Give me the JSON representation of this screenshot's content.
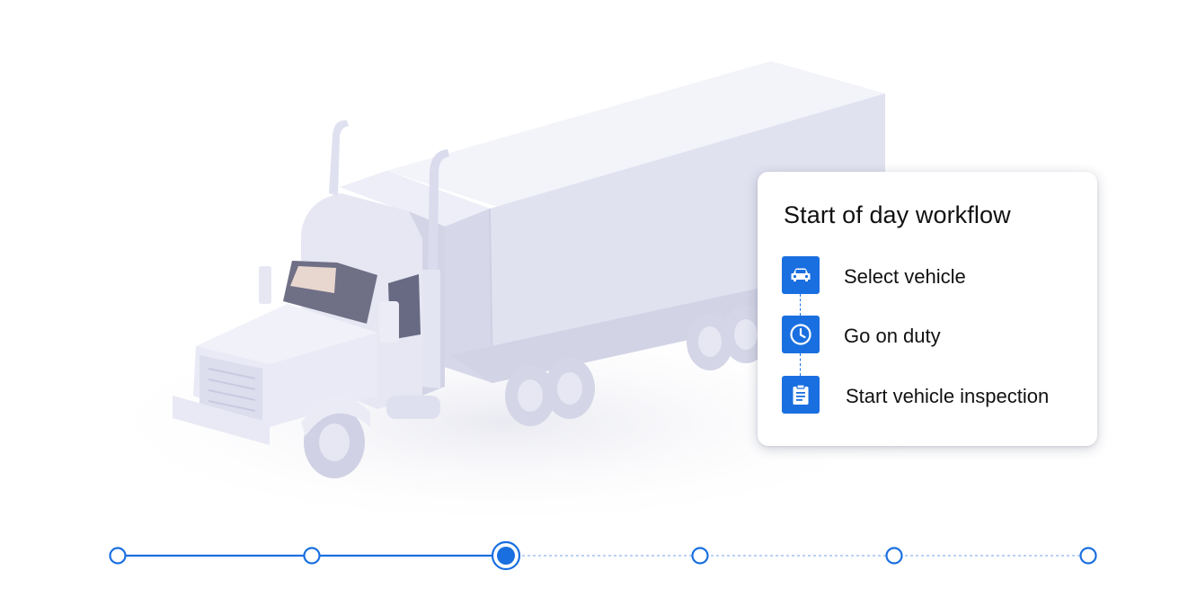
{
  "workflow": {
    "title": "Start of day workflow",
    "steps": [
      {
        "label": "Select vehicle",
        "icon": "car-icon"
      },
      {
        "label": "Go on duty",
        "icon": "clock-icon"
      },
      {
        "label": "Start vehicle inspection",
        "icon": "clipboard-icon"
      }
    ]
  },
  "progress": {
    "total_steps": 6,
    "current_step": 3,
    "active_color": "#1a6fe0",
    "inactive_color": "#8fb4ee"
  },
  "colors": {
    "accent": "#1a6fe0",
    "truck_body": "#e3e4f1"
  }
}
